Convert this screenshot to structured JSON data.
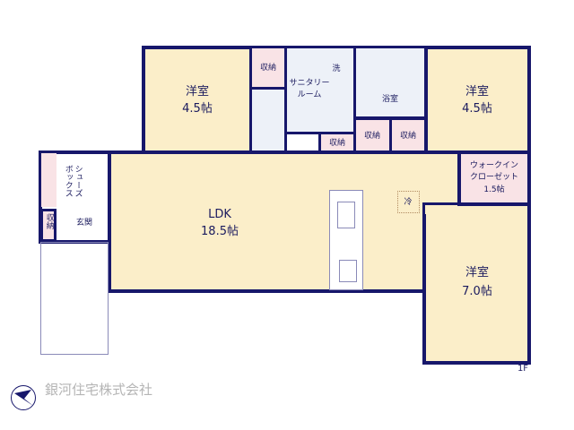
{
  "rooms": {
    "western_nw": {
      "name": "洋室",
      "size": "4.5帖"
    },
    "western_ne": {
      "name": "洋室",
      "size": "4.5帖"
    },
    "western_se": {
      "name": "洋室",
      "size": "7.0帖"
    },
    "ldk": {
      "name": "LDK",
      "size": "18.5帖"
    },
    "walkin": {
      "name1": "ウォークイン",
      "name2": "クローゼット",
      "size": "1.5帖"
    },
    "sanitary": {
      "name1": "サニタリー",
      "name2": "ルーム"
    },
    "bath": {
      "name": "浴室"
    },
    "wash": "洗",
    "fridge": "冷",
    "shoebox": "シューズボックス",
    "entrance": "玄関",
    "storage": "収納"
  },
  "floor": "1F",
  "company": "銀河住宅株式会社",
  "colors": {
    "wall": "#17176b",
    "room": "#fbeec9",
    "storage": "#f9e3e6",
    "wet": "#edf1f8"
  }
}
